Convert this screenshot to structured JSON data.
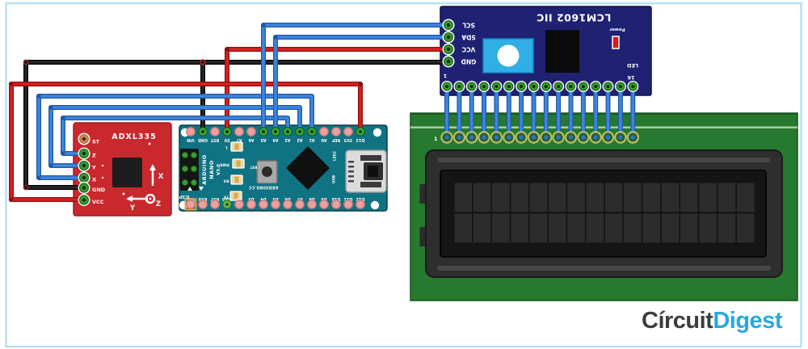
{
  "frame": {
    "border_color": "#b5e0f2"
  },
  "logo": {
    "part1": "Círcuit",
    "part2": "Digest",
    "part1_color": "#3d3d3c",
    "part2_color": "#29a8e0"
  },
  "adxl335": {
    "title": "ADXL335",
    "board_color": "#c9282d",
    "pins": [
      "ST",
      "Z",
      "Y",
      "X",
      "GND",
      "VCC"
    ],
    "axis": {
      "x": "X",
      "y": "Y",
      "z": "Z"
    }
  },
  "nano": {
    "board_color": "#0f7383",
    "title_line1": "ARDUINO",
    "title_line2": "NANO",
    "version": "V3.0",
    "brand": "ARDUINO.CC",
    "icsp_label": "ICSP",
    "reset_label": "RST",
    "led2_label": "LED2",
    "usb_label": "USB",
    "led_labels": [
      "L",
      "PWR",
      "RX",
      "TX"
    ],
    "top_pins": [
      "VIN",
      "GND",
      "RST",
      "5V",
      "A7",
      "A6",
      "A5",
      "A4",
      "A3",
      "A2",
      "A1",
      "A0",
      "REF",
      "3V3",
      "D13"
    ],
    "bottom_pins": [
      "TX1",
      "RX0",
      "RST",
      "GND",
      "D2",
      "D3",
      "D4",
      "D5",
      "D6",
      "D7",
      "D8",
      "D9",
      "D10",
      "D11",
      "D12"
    ]
  },
  "i2c_backpack": {
    "title": "LCM1602 IIC",
    "board_color": "#1f2173",
    "left_pins": [
      "SCL",
      "SDA",
      "VCC",
      "GND"
    ],
    "power_label": "Power",
    "led_label": "LED",
    "pin1_label": "1",
    "pin16_label": "16"
  },
  "lcd": {
    "board_color": "#26792e",
    "pin1_label": "1",
    "columns": 16,
    "rows": 2
  },
  "wires": {
    "blue": "#3d85dd",
    "red": "#d62020",
    "black": "#262626"
  },
  "connections": [
    {
      "from": "ADXL335 X",
      "to": "Nano A1",
      "color": "blue"
    },
    {
      "from": "ADXL335 Y",
      "to": "Nano A2",
      "color": "blue"
    },
    {
      "from": "ADXL335 Z",
      "to": "Nano A3",
      "color": "blue"
    },
    {
      "from": "ADXL335 VCC",
      "to": "Nano D13 pin",
      "color": "red"
    },
    {
      "from": "ADXL335 GND",
      "to": "GND rail (Nano GND + I2C GND)",
      "color": "black"
    },
    {
      "from": "Nano 5V",
      "to": "I2C backpack VCC",
      "color": "red"
    },
    {
      "from": "Nano A4",
      "to": "I2C backpack SDA",
      "color": "blue"
    },
    {
      "from": "Nano A5",
      "to": "I2C backpack SCL",
      "color": "blue"
    },
    {
      "from": "I2C backpack pins 1-16",
      "to": "LCD pins 1-16",
      "color": "blue"
    }
  ]
}
